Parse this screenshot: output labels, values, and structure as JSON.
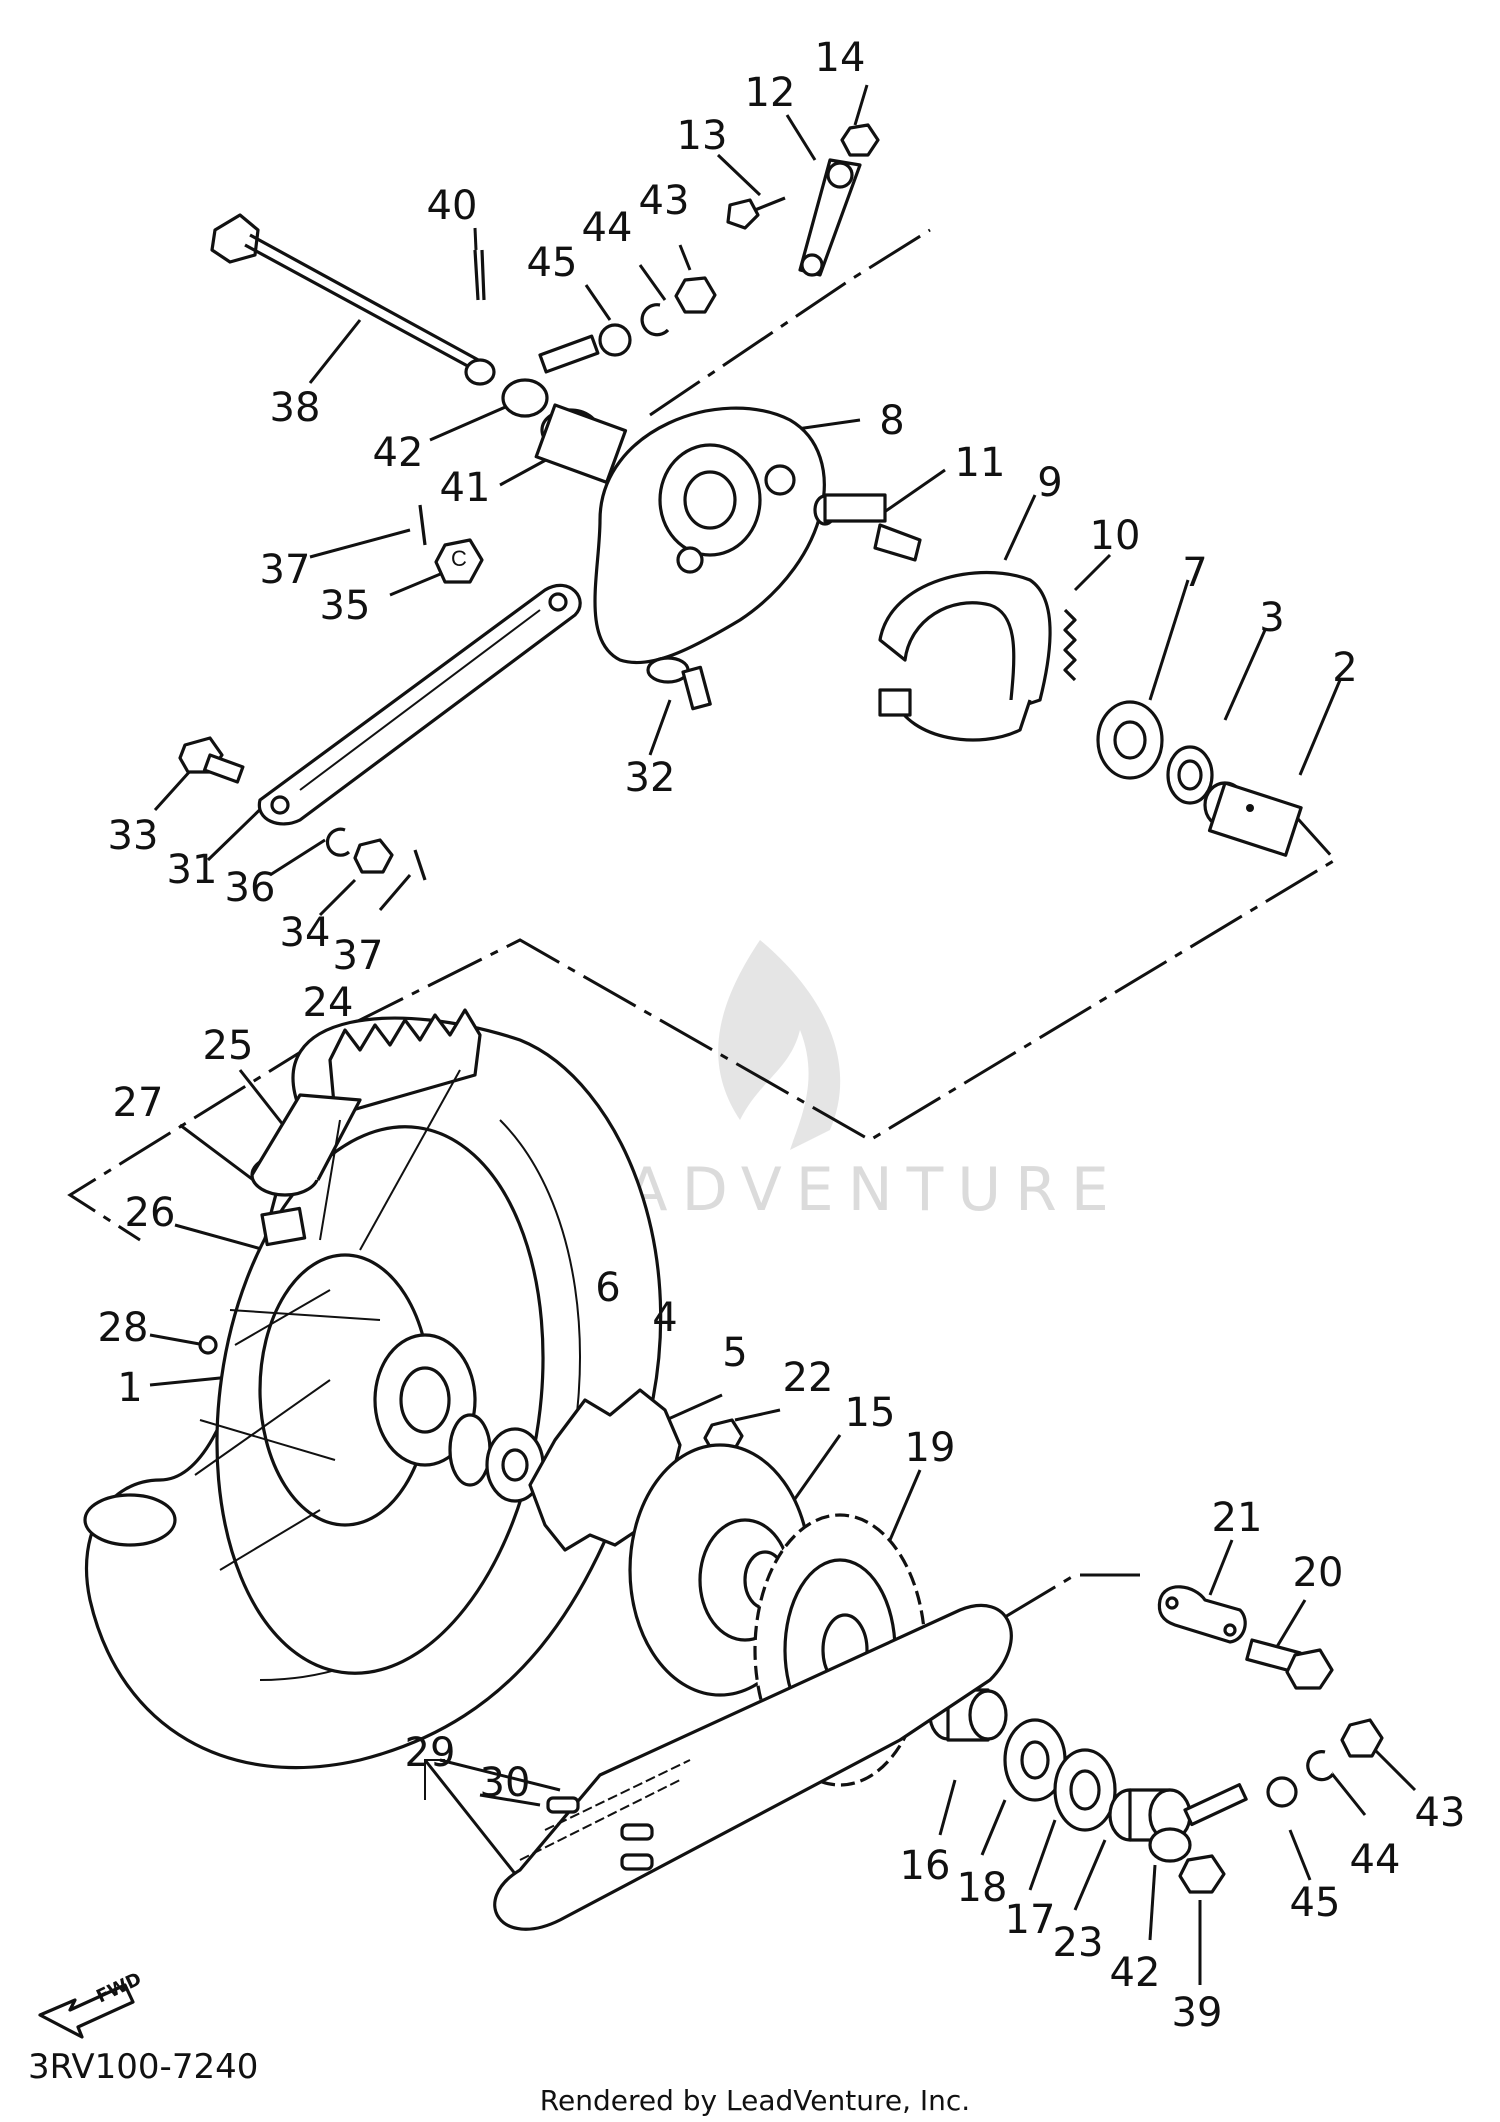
{
  "diagram_code": "3RV100-7240",
  "footer": "Rendered by LeadVenture, Inc.",
  "watermark": "LEADVENTURE",
  "fwd_label": "FWD",
  "callouts": [
    {
      "id": "c14",
      "label": "14"
    },
    {
      "id": "c12",
      "label": "12"
    },
    {
      "id": "c13",
      "label": "13"
    },
    {
      "id": "c40",
      "label": "40"
    },
    {
      "id": "c44t",
      "label": "44"
    },
    {
      "id": "c43t",
      "label": "43"
    },
    {
      "id": "c45t",
      "label": "45"
    },
    {
      "id": "c38",
      "label": "38"
    },
    {
      "id": "c42t",
      "label": "42"
    },
    {
      "id": "c8",
      "label": "8"
    },
    {
      "id": "c41",
      "label": "41"
    },
    {
      "id": "c11",
      "label": "11"
    },
    {
      "id": "c9",
      "label": "9"
    },
    {
      "id": "c10",
      "label": "10"
    },
    {
      "id": "c7",
      "label": "7"
    },
    {
      "id": "c3",
      "label": "3"
    },
    {
      "id": "c2",
      "label": "2"
    },
    {
      "id": "c37t",
      "label": "37"
    },
    {
      "id": "c35",
      "label": "35"
    },
    {
      "id": "c32",
      "label": "32"
    },
    {
      "id": "c33",
      "label": "33"
    },
    {
      "id": "c31",
      "label": "31"
    },
    {
      "id": "c36",
      "label": "36"
    },
    {
      "id": "c34",
      "label": "34"
    },
    {
      "id": "c37b",
      "label": "37"
    },
    {
      "id": "c24",
      "label": "24"
    },
    {
      "id": "c25",
      "label": "25"
    },
    {
      "id": "c27",
      "label": "27"
    },
    {
      "id": "c26",
      "label": "26"
    },
    {
      "id": "c28",
      "label": "28"
    },
    {
      "id": "c1",
      "label": "1"
    },
    {
      "id": "c6",
      "label": "6"
    },
    {
      "id": "c4",
      "label": "4"
    },
    {
      "id": "c5",
      "label": "5"
    },
    {
      "id": "c22",
      "label": "22"
    },
    {
      "id": "c15",
      "label": "15"
    },
    {
      "id": "c19",
      "label": "19"
    },
    {
      "id": "c21",
      "label": "21"
    },
    {
      "id": "c20",
      "label": "20"
    },
    {
      "id": "c29",
      "label": "29"
    },
    {
      "id": "c30",
      "label": "30"
    },
    {
      "id": "c16",
      "label": "16"
    },
    {
      "id": "c18",
      "label": "18"
    },
    {
      "id": "c17",
      "label": "17"
    },
    {
      "id": "c23",
      "label": "23"
    },
    {
      "id": "c42b",
      "label": "42"
    },
    {
      "id": "c39",
      "label": "39"
    },
    {
      "id": "c45b",
      "label": "45"
    },
    {
      "id": "c44b",
      "label": "44"
    },
    {
      "id": "c43b",
      "label": "43"
    }
  ]
}
